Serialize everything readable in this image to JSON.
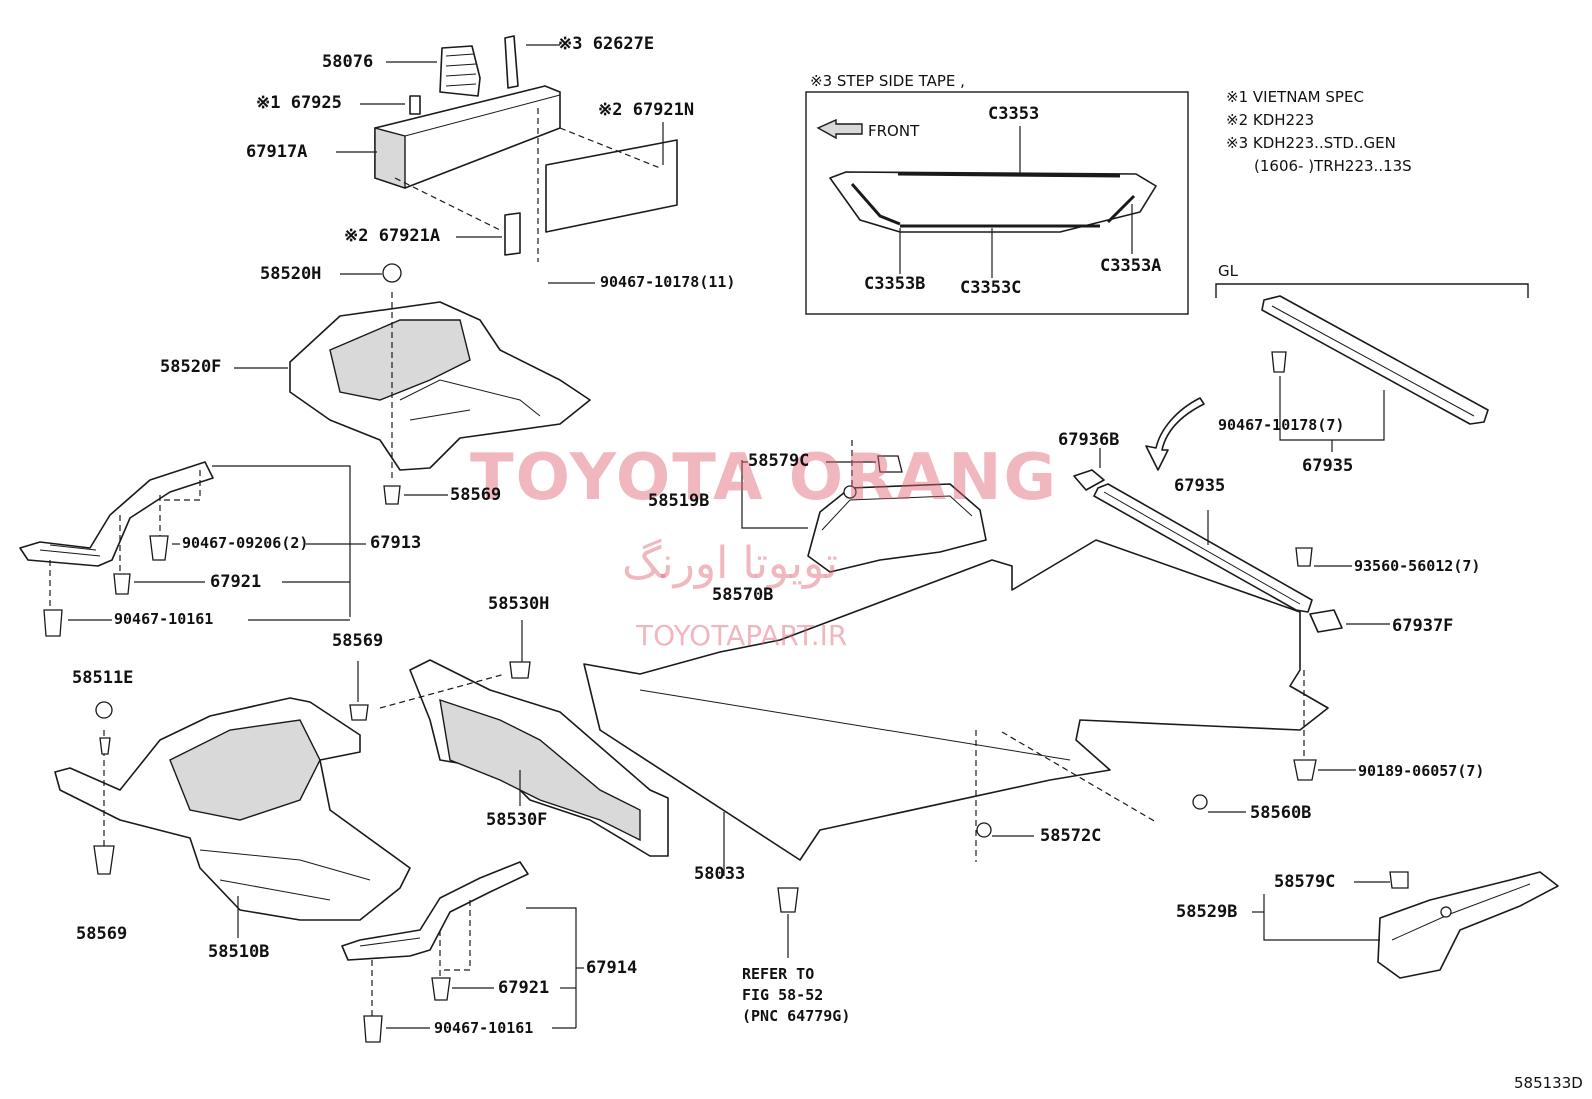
{
  "diagram_id": "585133D",
  "watermark": {
    "brand": "TOYOTA ORANG",
    "persian": "تویوتا اورنگ",
    "url": "TOYOTAPART.IR"
  },
  "inset": {
    "title": "※3 STEP SIDE TAPE ,",
    "front": "FRONT",
    "labels": [
      "C3353",
      "C3353B",
      "C3353C",
      "C3353A"
    ]
  },
  "legend": {
    "n1": "※1 VIETNAM SPEC",
    "n2": "※2 KDH223",
    "n3": "※3 KDH223..STD..GEN",
    "n3b": "(1606-        )TRH223..13S"
  },
  "group_label": "GL",
  "parts": {
    "p58076": "58076",
    "p62627e": "※3 62627E",
    "p67925": "※1 67925",
    "p67921n": "※2 67921N",
    "p67917a": "67917A",
    "p67921a": "※2 67921A",
    "p58520h": "58520H",
    "p90467_10178_11": "90467-10178(11)",
    "p58520f": "58520F",
    "p58569_a": "58569",
    "p90467_09206": "90467-09206(2)",
    "p67913": "67913",
    "p67921_a": "67921",
    "p90467_10161_a": "90467-10161",
    "p58569_b": "58569",
    "p58530h": "58530H",
    "p58511e": "58511E",
    "p58530f": "58530F",
    "p58569_c": "58569",
    "p58510b": "58510B",
    "p67914": "67914",
    "p67921_b": "67921",
    "p90467_10161_b": "90467-10161",
    "p58579c_a": "58579C",
    "p58519b": "58519B",
    "p58570b": "58570B",
    "p58033": "58033",
    "refer": [
      "REFER TO",
      "FIG 58-52",
      "(PNC 64779G)"
    ],
    "p67936b": "67936B",
    "p67935_a": "67935",
    "p90467_10178_7": "90467-10178(7)",
    "p67935_b": "67935",
    "p93560": "93560-56012(7)",
    "p67937f": "67937F",
    "p90189": "90189-06057(7)",
    "p58560b": "58560B",
    "p58572c": "58572C",
    "p58579c_b": "58579C",
    "p58529b": "58529B"
  }
}
